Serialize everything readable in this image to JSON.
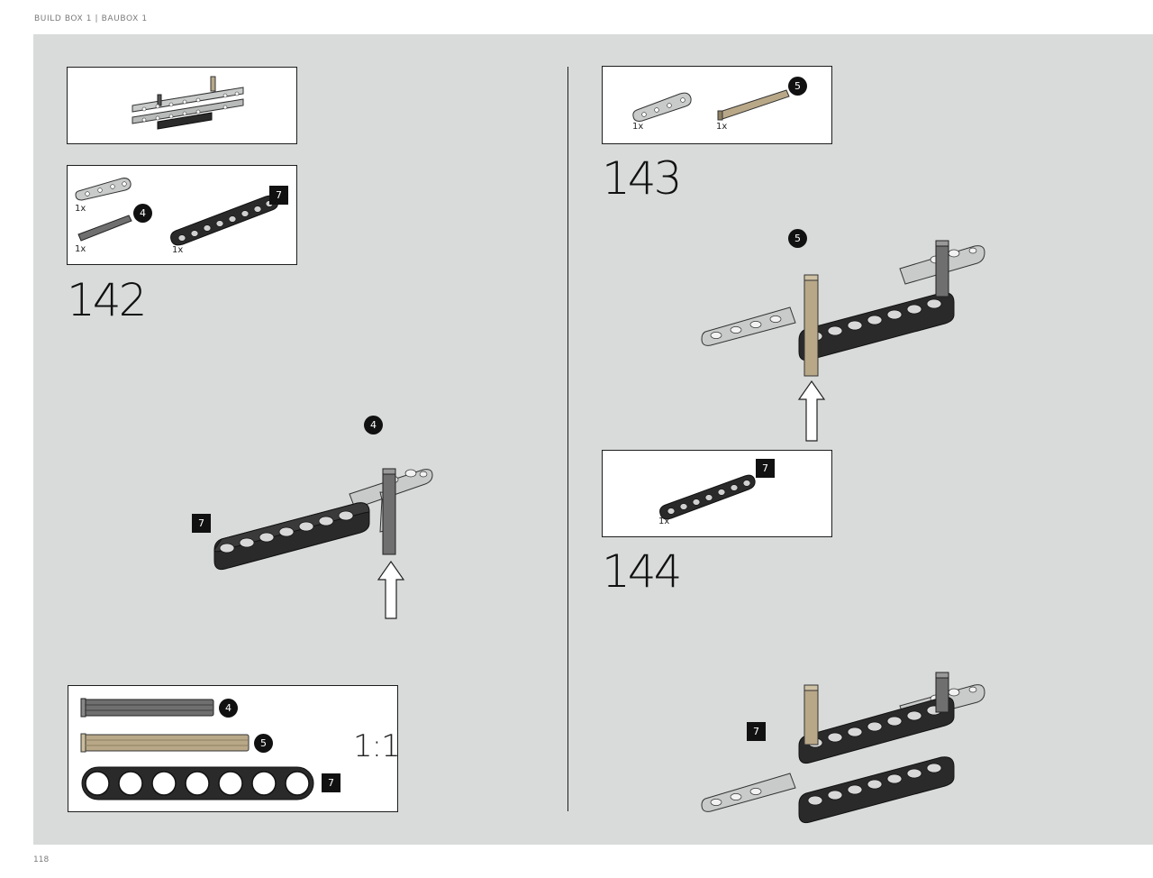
{
  "header": {
    "title": "BUILD BOX 1  |  BAUBOX 1"
  },
  "footer": {
    "page_number": "118"
  },
  "steps": [
    {
      "number": "142",
      "parts": [
        {
          "qty": "1x"
        },
        {
          "qty": "1x",
          "length": "4"
        },
        {
          "qty": "1x",
          "length": "7"
        }
      ],
      "callouts": [
        "4",
        "7"
      ]
    },
    {
      "number": "143",
      "parts": [
        {
          "qty": "1x"
        },
        {
          "qty": "1x",
          "length": "5"
        }
      ],
      "callouts": [
        "5"
      ]
    },
    {
      "number": "144",
      "parts": [
        {
          "qty": "1x",
          "length": "7"
        }
      ],
      "callouts": [
        "7"
      ]
    }
  ],
  "scale_ruler": {
    "ratio": "1:1",
    "items": [
      {
        "length": "4"
      },
      {
        "length": "5"
      },
      {
        "length": "7"
      }
    ]
  },
  "colors": {
    "panel": "#d9dbda",
    "beam_dark": "#2a2a2a",
    "beam_light": "#c8c9c9",
    "axle_tan": "#b9a888",
    "axle_gray": "#6f6f6f"
  }
}
